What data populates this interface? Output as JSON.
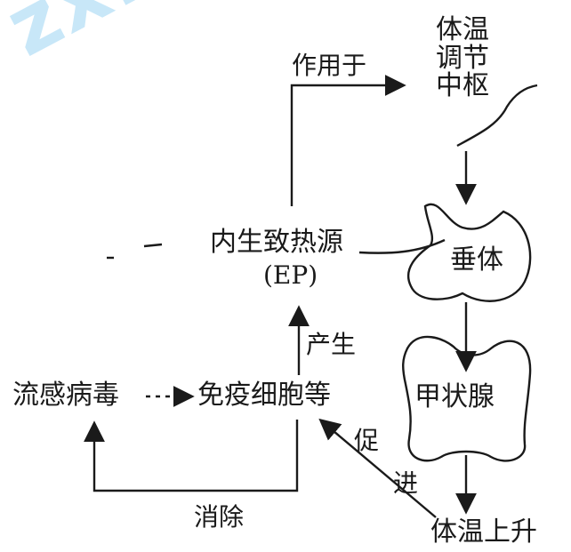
{
  "watermark": {
    "text": "zx.com"
  },
  "labels": {
    "action": "作用于",
    "center_line1": "体温",
    "center_line2": "调节",
    "center_line3": "中枢",
    "pyrogen": "内生致热源",
    "pyrogen_abbr": "(EP)",
    "pituitary": "垂体",
    "thyroid": "甲状腺",
    "produce": "产生",
    "virus": "流感病毒",
    "immune_cells": "免疫细胞等",
    "promote_1": "促",
    "promote_2": "进",
    "eliminate": "消除",
    "temp_rise": "体温上升"
  }
}
